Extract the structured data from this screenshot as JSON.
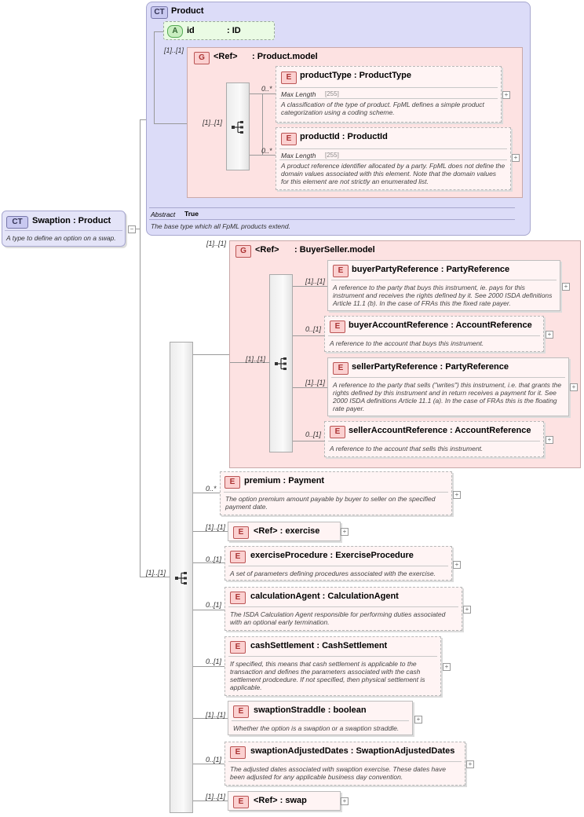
{
  "root": {
    "badge": "CT",
    "title": "Swaption : Product",
    "description": "A type to define an option on a swap."
  },
  "base": {
    "badge": "CT",
    "title": "Product",
    "attribute": {
      "badge": "A",
      "name": "id",
      "type": ": ID"
    },
    "group": {
      "badge": "G",
      "ref": "<Ref>",
      "name": ": Product.model",
      "cardinality": "[1]..[1]"
    },
    "sequence_cardinality": "[1]..[1]",
    "elements": [
      {
        "badge": "E",
        "title": "productType : ProductType",
        "cardinality": "0..*",
        "facet_label": "Max Length",
        "facet_value": "[255]",
        "description": "A classification of the type of product. FpML defines a simple product categorization using a coding scheme."
      },
      {
        "badge": "E",
        "title": "productId : ProductId",
        "cardinality": "0..*",
        "facet_label": "Max Length",
        "facet_value": "[255]",
        "description": "A product reference identifier allocated by a party. FpML does not define the domain values associated with this element. Note that the domain values for this element are not strictly an enumerated list."
      }
    ],
    "abstract_label": "Abstract",
    "abstract_value": "True",
    "description": "The base type which all FpML products extend."
  },
  "buyer_seller": {
    "badge": "G",
    "ref": "<Ref>",
    "name": ": BuyerSeller.model",
    "cardinality": "[1]..[1]",
    "sequence_cardinality": "[1]..[1]",
    "elements": [
      {
        "badge": "E",
        "title": "buyerPartyReference : PartyReference",
        "cardinality": "[1]..[1]",
        "description": "A reference to the party that buys this instrument, ie. pays for this instrument and receives the rights defined by it. See 2000 ISDA definitions Article 11.1 (b). In the case of FRAs this the fixed rate payer."
      },
      {
        "badge": "E",
        "title": "buyerAccountReference : AccountReference",
        "cardinality": "0..[1]",
        "description": "A reference to the account that buys this instrument."
      },
      {
        "badge": "E",
        "title": "sellerPartyReference : PartyReference",
        "cardinality": "[1]..[1]",
        "description": "A reference to the party that sells (\"writes\") this instrument, i.e. that grants the rights defined by this instrument and in return receives a payment for it. See 2000 ISDA definitions Article 11.1 (a). In the case of FRAs this is the floating rate payer."
      },
      {
        "badge": "E",
        "title": "sellerAccountReference : AccountReference",
        "cardinality": "0..[1]",
        "description": "A reference to the account that sells this instrument."
      }
    ]
  },
  "main_sequence_cardinality": "[1]..[1]",
  "elements": [
    {
      "badge": "E",
      "title": "premium : Payment",
      "cardinality": "0..*",
      "description": "The option premium amount payable by buyer to seller on the specified payment date."
    },
    {
      "badge": "E",
      "title": "<Ref>      : exercise",
      "cardinality": "[1]..[1]",
      "description": ""
    },
    {
      "badge": "E",
      "title": "exerciseProcedure : ExerciseProcedure",
      "cardinality": "0..[1]",
      "description": "A set of parameters defining procedures associated with the exercise."
    },
    {
      "badge": "E",
      "title": "calculationAgent : CalculationAgent",
      "cardinality": "0..[1]",
      "description": "The ISDA Calculation Agent responsible for performing duties associated with an optional early termination."
    },
    {
      "badge": "E",
      "title": "cashSettlement : CashSettlement",
      "cardinality": "0..[1]",
      "description": "If specified, this means that cash settlement is applicable to the transaction and defines the parameters associated with the cash settlement prodcedure. If not specified, then physical settlement is applicable."
    },
    {
      "badge": "E",
      "title": "swaptionStraddle : boolean",
      "cardinality": "[1]..[1]",
      "description": "Whether the option is a swaption or a swaption straddle."
    },
    {
      "badge": "E",
      "title": "swaptionAdjustedDates : SwaptionAdjustedDates",
      "cardinality": "0..[1]",
      "description": "The adjusted dates associated with swaption exercise. These dates have been adjusted for any applicable business day convention."
    },
    {
      "badge": "E",
      "title": "<Ref>      : swap",
      "cardinality": "[1]..[1]",
      "description": ""
    }
  ],
  "expand_symbol": "+",
  "collapse_symbol": "−"
}
